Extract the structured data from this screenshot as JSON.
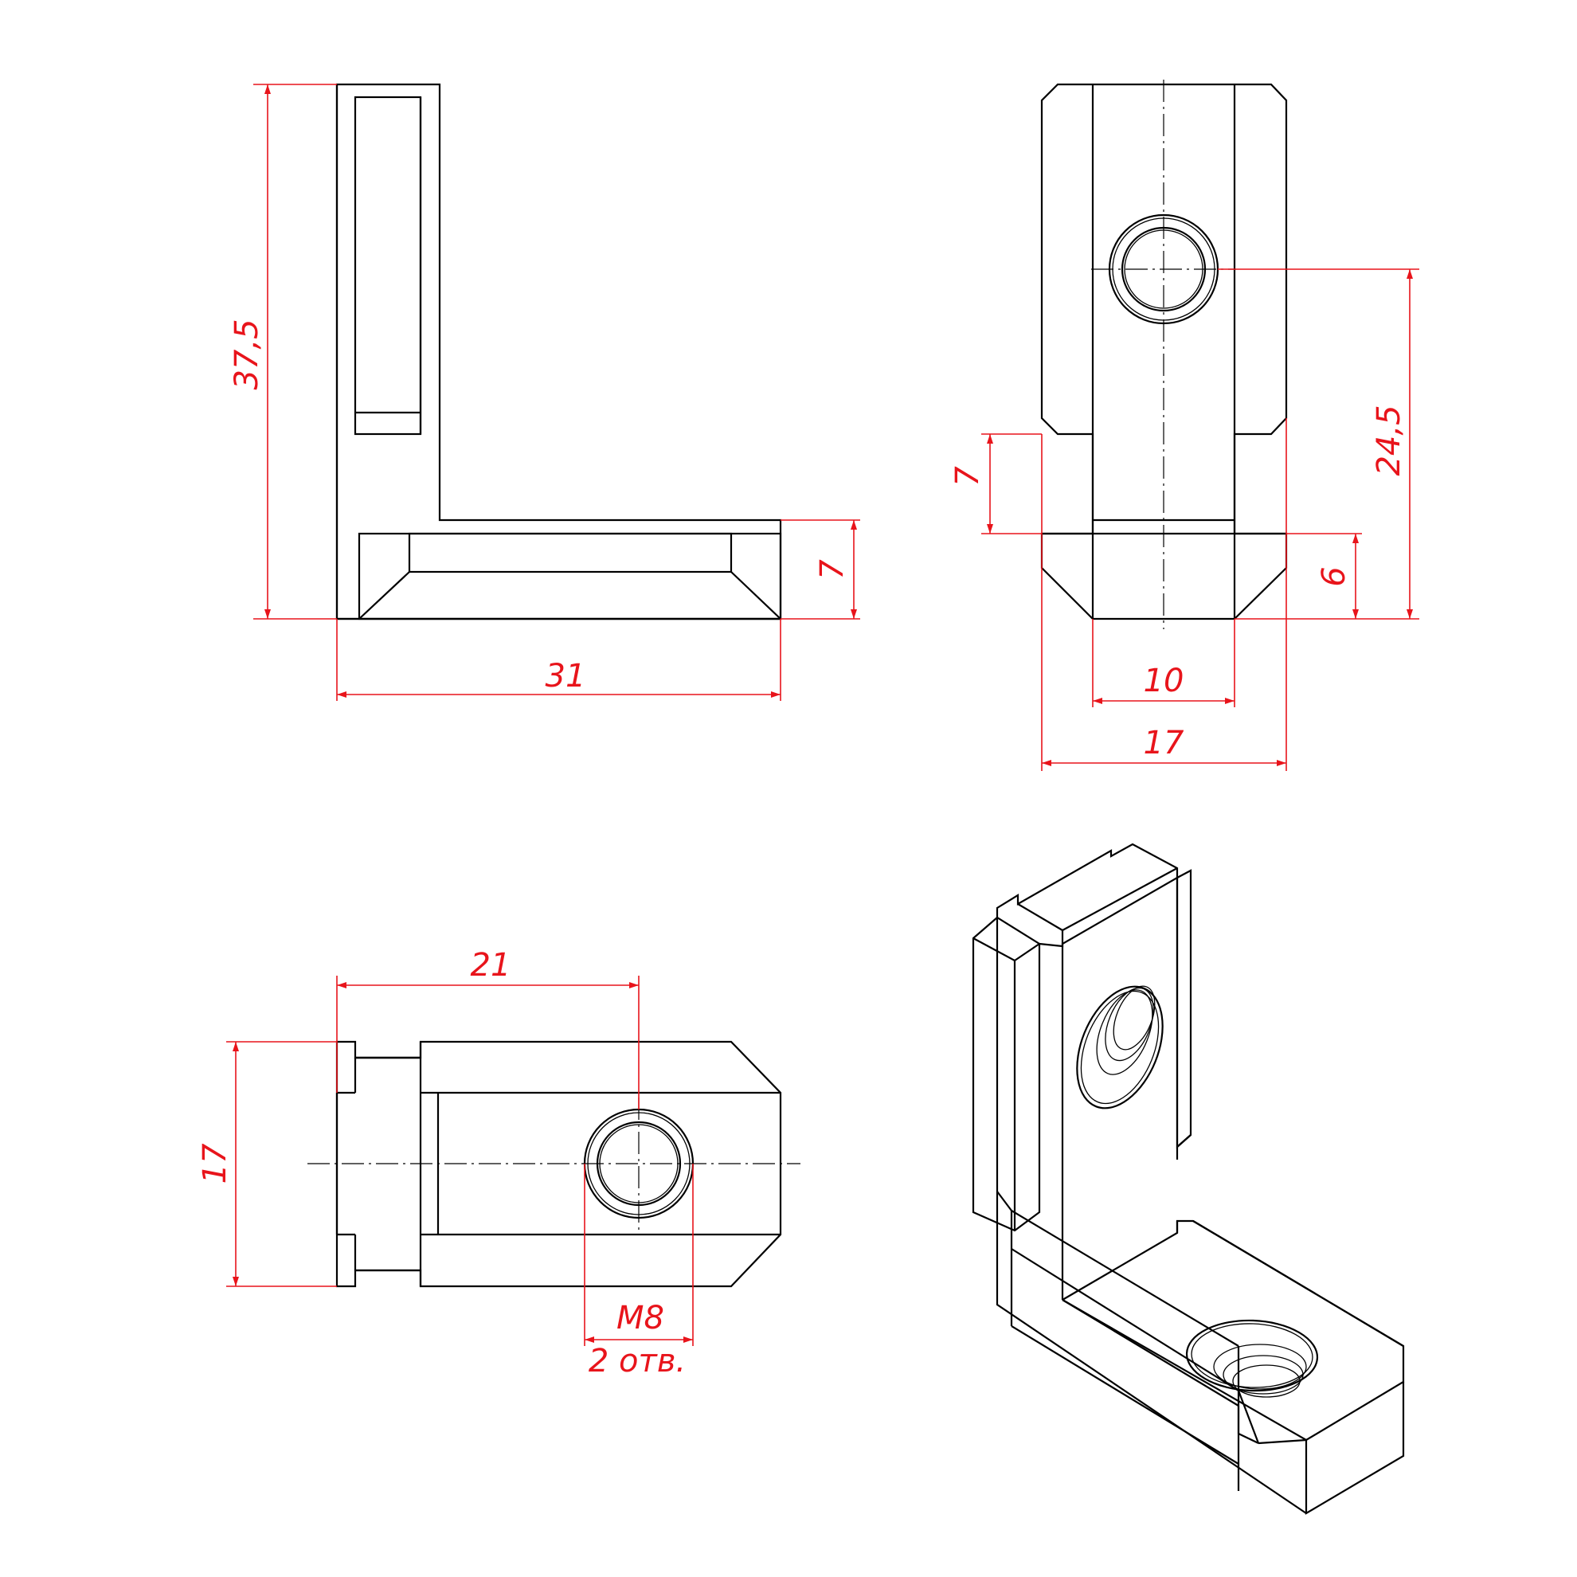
{
  "colors": {
    "line": "#000000",
    "dimension": "#e8141b",
    "background": "#ffffff"
  },
  "dimensions": {
    "front_height": "37,5",
    "front_width": "31",
    "front_foot": "7",
    "side_groove": "7",
    "side_center_height": "24,5",
    "side_base": "6",
    "side_inner_width": "10",
    "side_overall_width": "17",
    "top_hole_distance": "21",
    "top_width": "17",
    "thread_size": "M8",
    "thread_count": "2 отв."
  }
}
